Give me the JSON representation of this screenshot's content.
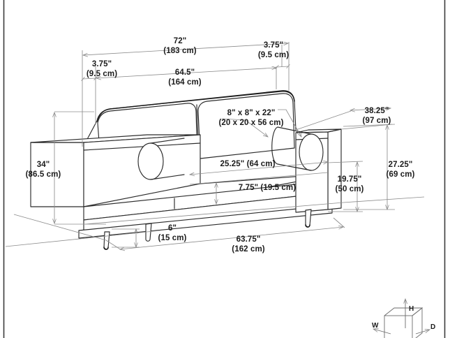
{
  "diagram": {
    "type": "furniture-dimension-drawing",
    "subject": "sofa",
    "background_color": "#ffffff",
    "line_color": "#3a3a3a",
    "dimension_line_color": "#8c8c8c",
    "text_color": "#1b1b1b",
    "border_color": "#3c3c3c"
  },
  "dimensions": {
    "overall_width": {
      "imperial": "72\"",
      "metric": "(183 cm)",
      "position": "top"
    },
    "arm_width_right": {
      "imperial": "3.75\"",
      "metric": "(9.5 cm)",
      "position": "top-right"
    },
    "arm_width_left": {
      "imperial": "3.75\"",
      "metric": "(9.5 cm)",
      "position": "top-left"
    },
    "inside_width": {
      "imperial": "64.5\"",
      "metric": "(164 cm)",
      "position": "top-inner"
    },
    "bolster_pillow": {
      "imperial": "8\" x 8\" x 22\"",
      "metric": "(20 x 20 x 56 cm)",
      "position": "callout-center"
    },
    "overall_depth": {
      "imperial": "38.25\"",
      "metric": "(97 cm)",
      "position": "right-upper"
    },
    "arm_height": {
      "imperial": "27.25\"",
      "metric": "(69 cm)",
      "position": "right-outer"
    },
    "seat_back_height": {
      "imperial": "19.75\"",
      "metric": "(50 cm)",
      "position": "right-inner"
    },
    "overall_height": {
      "imperial": "34\"",
      "metric": "(86.5 cm)",
      "position": "left"
    },
    "seat_depth": {
      "imperial": "25.25\" (64 cm)",
      "metric": "",
      "position": "center-seat",
      "inline": true
    },
    "seat_cushion_height": {
      "imperial": "7.75\" (19.5 cm)",
      "metric": "",
      "position": "center-lower",
      "inline": true
    },
    "leg_height": {
      "imperial": "6\"",
      "metric": "(15 cm)",
      "position": "bottom-left"
    },
    "base_width": {
      "imperial": "63.75\"",
      "metric": "(162 cm)",
      "position": "bottom"
    }
  },
  "legend": {
    "name": "dimension-axis-cube",
    "height_label": "H",
    "width_label": "W",
    "depth_label": "D"
  }
}
